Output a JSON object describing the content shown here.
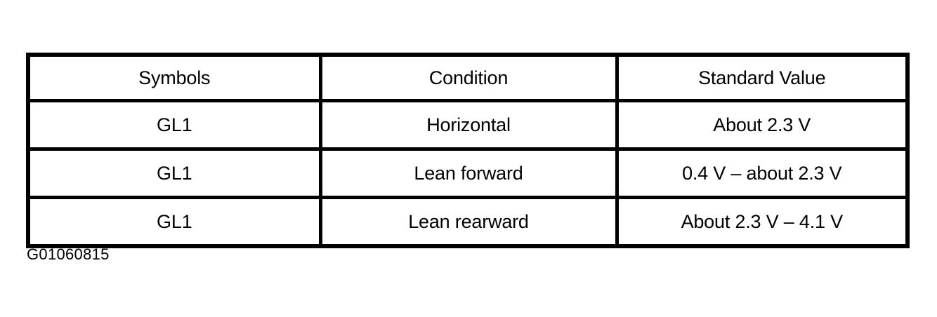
{
  "page": {
    "background_color": "#ffffff",
    "text_color": "#000000",
    "rule_color": "#000000"
  },
  "table": {
    "name": "standard-value-table",
    "columns": [
      {
        "key": "symbols",
        "header": "Symbols"
      },
      {
        "key": "condition",
        "header": "Condition"
      },
      {
        "key": "standard_value",
        "header": "Standard Value"
      }
    ],
    "rows": [
      {
        "symbols": "GL1",
        "condition": "Horizontal",
        "standard_value": "About 2.3 V"
      },
      {
        "symbols": "GL1",
        "condition": "Lean forward",
        "standard_value": "0.4 V – about 2.3 V"
      },
      {
        "symbols": "GL1",
        "condition": "Lean rearward",
        "standard_value": "About 2.3 V – 4.1 V"
      }
    ]
  },
  "caption": {
    "text": "G01060815"
  }
}
